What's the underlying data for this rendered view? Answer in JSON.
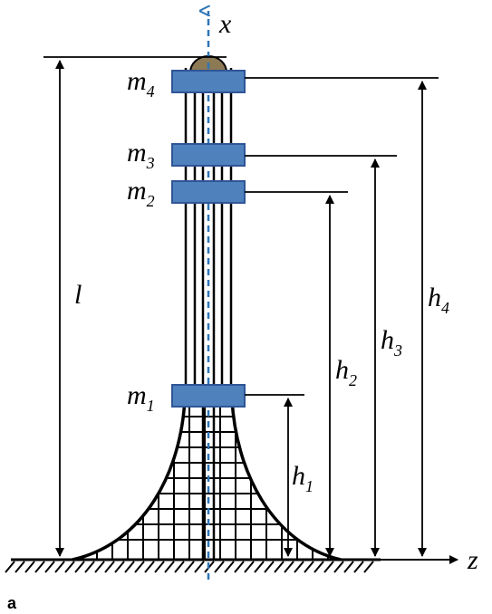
{
  "axes": {
    "x": "x",
    "z": "z"
  },
  "length": "l",
  "masses": [
    {
      "base": "m",
      "sub": "4"
    },
    {
      "base": "m",
      "sub": "3"
    },
    {
      "base": "m",
      "sub": "2"
    },
    {
      "base": "m",
      "sub": "1"
    }
  ],
  "heights": [
    {
      "base": "h",
      "sub": "4"
    },
    {
      "base": "h",
      "sub": "3"
    },
    {
      "base": "h",
      "sub": "2"
    },
    {
      "base": "h",
      "sub": "1"
    }
  ],
  "panel_label": "a",
  "colors": {
    "mass_fill": "#4f81bd",
    "mass_stroke": "#2f5597",
    "axis": "#2e75b6",
    "tip": "#8c7a55"
  }
}
